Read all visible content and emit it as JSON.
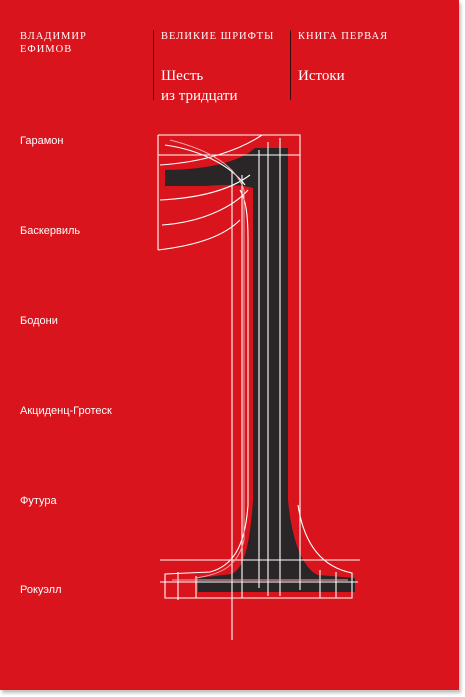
{
  "header": {
    "author_line1": "Владимир",
    "author_line2": "Ефимов",
    "series_label": "Великие шрифты",
    "series_title_line1": "Шесть",
    "series_title_line2": "из тридцати",
    "book_label": "Книга первая",
    "book_title": "Истоки"
  },
  "typefaces": [
    "Гарамон",
    "Баскервиль",
    "Бодони",
    "Акциденц-Гротеск",
    "Футура",
    "Рокуэлл"
  ],
  "numeral": "1",
  "colors": {
    "background": "#d9141c",
    "text": "#ffffff",
    "numeral_fill": "#2a2526"
  }
}
